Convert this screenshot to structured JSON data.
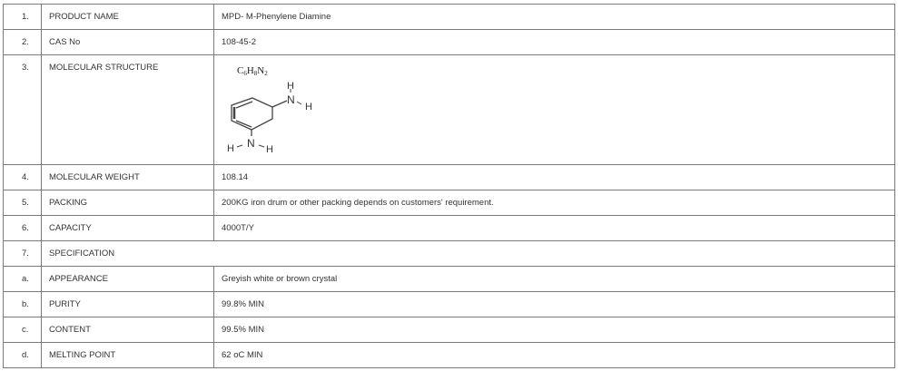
{
  "rows": [
    {
      "num": "1.",
      "label": "PRODUCT NAME",
      "value": "MPD- M-Phenylene Diamine"
    },
    {
      "num": "2.",
      "label": "CAS No",
      "value": "108-45-2"
    },
    {
      "num": "3.",
      "label": "MOLECULAR STRUCTURE",
      "formula": {
        "c": "C",
        "c_sub": "6",
        "h": "H",
        "h_sub": "8",
        "n": "N",
        "n_sub": "2"
      },
      "atoms": {
        "n": "N",
        "h": "H"
      }
    },
    {
      "num": "4.",
      "label": "MOLECULAR WEIGHT",
      "value": "108.14"
    },
    {
      "num": "5.",
      "label": "PACKING",
      "value": "200KG iron drum or other packing depends on customers' requirement."
    },
    {
      "num": "6.",
      "label": "CAPACITY",
      "value": "4000T/Y"
    },
    {
      "num": "7.",
      "label": "SPECIFICATION"
    },
    {
      "num": "a.",
      "label": "APPEARANCE",
      "value": "Greyish white or brown crystal"
    },
    {
      "num": "b.",
      "label": "PURITY",
      "value": "99.8% MIN"
    },
    {
      "num": "c.",
      "label": "CONTENT",
      "value": "99.5% MIN"
    },
    {
      "num": "d.",
      "label": "MELTING POINT",
      "value": "62 oC MIN"
    }
  ]
}
